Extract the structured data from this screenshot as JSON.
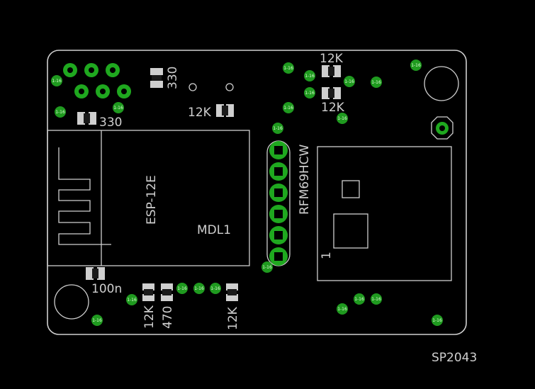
{
  "board": {
    "id": "SP2043",
    "colors": {
      "background": "#000000",
      "silkscreen": "#cfcfcf",
      "copper": "#1fa81f"
    }
  },
  "modules": {
    "esp": {
      "name": "ESP-12E",
      "ref": "MDL1"
    },
    "rfm": {
      "name": "RFM69HCW",
      "pin1": "1"
    }
  },
  "components": {
    "r_330_top": "330",
    "r_330_left": "330",
    "r_12k_mid": "12K",
    "r_12k_top": "12K",
    "r_12k_top2": "12K",
    "c_100n": "100n",
    "r_12k_bottom_left": "12K",
    "r_470": "470",
    "r_12k_bottom_right": "12K"
  },
  "vias": {
    "label": "1-16"
  }
}
